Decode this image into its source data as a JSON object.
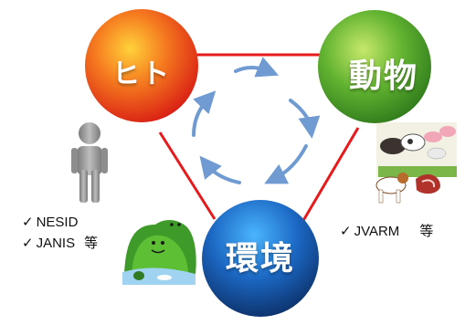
{
  "nodes": {
    "human": {
      "label": "ヒト",
      "color": "#e8341c"
    },
    "animal": {
      "label": "動物",
      "color": "#5db230"
    },
    "environment": {
      "label": "環境",
      "color": "#1e73c8"
    }
  },
  "connector_color": "#e8191b",
  "cycle_arrow_color": "#6f9bd2",
  "lists": {
    "human": [
      {
        "check": "✓",
        "text": "NESID",
        "suffix": ""
      },
      {
        "check": "✓",
        "text": "JANIS",
        "suffix": "等"
      }
    ],
    "animal": [
      {
        "check": "✓",
        "text": "JVARM",
        "suffix": "等"
      }
    ]
  },
  "icons": [
    "person-icon",
    "hills-icon",
    "livestock-icon"
  ]
}
